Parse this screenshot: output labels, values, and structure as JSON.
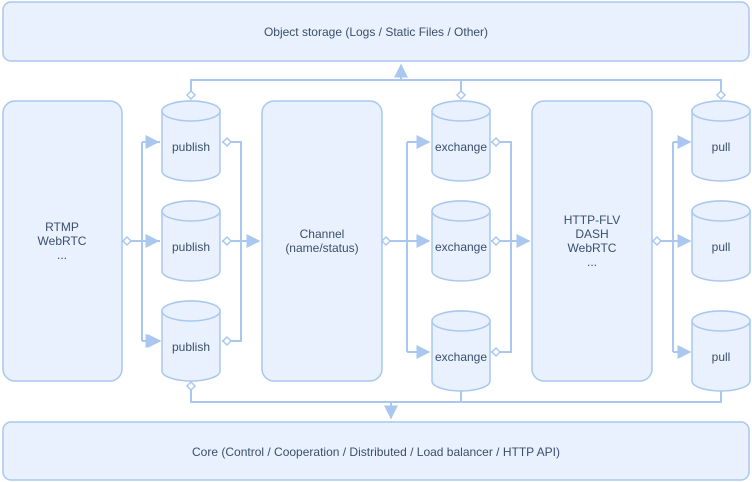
{
  "object_storage": {
    "label": "Object storage (Logs / Static Files / Other)"
  },
  "core": {
    "label": "Core (Control / Cooperation / Distributed / Load balancer / HTTP API)"
  },
  "ingest": {
    "lines": [
      "RTMP",
      "WebRTC",
      "..."
    ]
  },
  "channel": {
    "lines": [
      "Channel",
      "(name/status)"
    ]
  },
  "egress": {
    "lines": [
      "HTTP-FLV",
      "DASH",
      "WebRTC",
      "..."
    ]
  },
  "publish": [
    "publish",
    "publish",
    "publish"
  ],
  "exchange": [
    "exchange",
    "exchange",
    "exchange"
  ],
  "pull": [
    "pull",
    "pull",
    "pull"
  ],
  "colors": {
    "fill": "#e8f1fd",
    "stroke": "#a9c7ef",
    "text": "#3a4f6b"
  }
}
